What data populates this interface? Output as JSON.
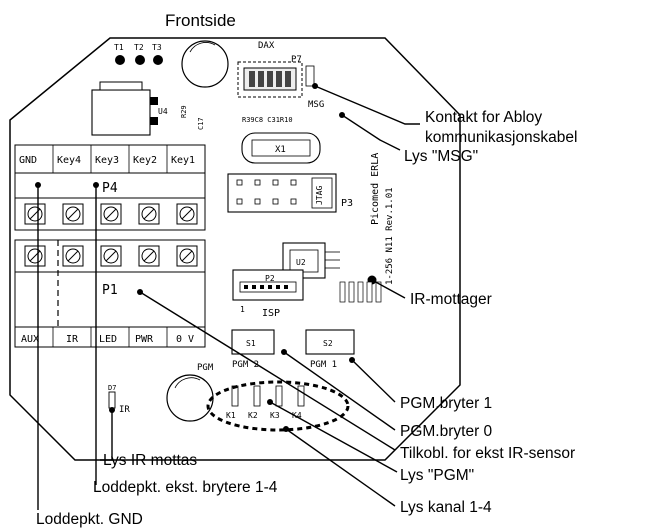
{
  "title": "Frontside",
  "board": {
    "dax": "DAX",
    "p7": "P7",
    "msg": "MSG",
    "x1": "X1",
    "p3": "P3",
    "jtag": "JTAG",
    "u2": "U2",
    "p2": "P2",
    "isp": "ISP",
    "isp_pin": "1",
    "p4": "P4",
    "p1": "P1",
    "s1": "S1",
    "s2": "S2",
    "pgm": "PGM",
    "pgm2": "PGM 2",
    "pgm1": "PGM 1",
    "ir": "IR",
    "d7": "D7",
    "t1": "T1",
    "t2": "T2",
    "t3": "T3",
    "u4": "U4",
    "r29": "R29",
    "c17": "C17",
    "vertical_text": "Picomed ERLA",
    "vertical_text2": "1-256 N11 Rev.1.01",
    "resistors_top": "R39C8 C31R10",
    "p4_pins": [
      "GND",
      "Key4",
      "Key3",
      "Key2",
      "Key1"
    ],
    "p1_pins": [
      "AUX",
      "IR",
      "LED",
      "PWR",
      "0 V"
    ],
    "k_labels": [
      "K1",
      "K2",
      "K3",
      "K4"
    ]
  },
  "callouts": {
    "abloy_1": "Kontakt for Abloy",
    "abloy_2": "kommunikasjonskabel",
    "lys_msg": "Lys \"MSG\"",
    "ir_mottager": "IR-mottager",
    "pgm_bryter_1": "PGM.bryter 1",
    "pgm_bryter_0": "PGM.bryter 0",
    "tilkobl": "Tilkobl. for ekst IR-sensor",
    "lys_pgm": "Lys \"PGM\"",
    "lys_kanal": "Lys kanal 1-4",
    "lys_ir": "Lys IR mottas",
    "loddepkt_ekst": "Loddepkt. ekst. brytere 1-4",
    "loddepkt_gnd": "Loddepkt. GND"
  }
}
